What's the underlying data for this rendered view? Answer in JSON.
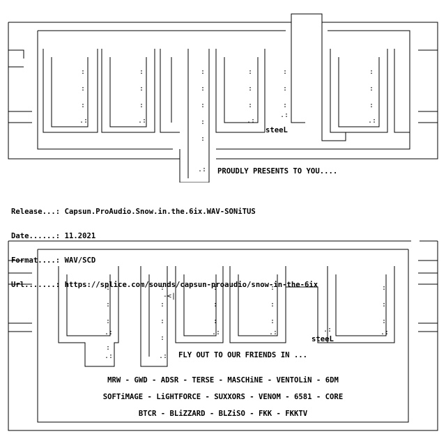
{
  "logo_top": {
    "lines": [
      "                                                          ._____.",
      " ________________________________________________________|     |____________________",
      "|   _____________________________________________________|     |_________________  |",
      "|  |                                                     |     |                 | |",
      "|__|_  _________  _________  __________  _________  _____|     |_  __________  _|_|",
      "|   \\ \\|       | \\|       |  \\|      |  \\|       | \\|   | |     | \\ \\|       | \\ \\ |",
      "|___ \\ |  :   :|  |  :  : |   |  :  |   |  :  :  |  |   | |  :  |  \\ |  :  : |  \\|_|",
      "|   | ||  :   :|  |  :  : |   |  :  |   |  :  :  |  |___| |  :  |   ||  :  : |   | |",
      "|   | ||  :   :|  |  :  : |   |  :  |   |  :  :  |  |     |  :  |   ||  :  : |   | |",
      "|   | ||  :   :|  |  :  : |   |  :  |   |  :  :  |  |     |  :  |   ||  :  : |   | |",
      "|___| ||  :   :|  |  :  : |   |  :  |   |  :  :  |  |     |  :  |   ||  :  : |   |_|",
      "|___  ||  :__.:|  |  :__.:|   |  :  |   |  :__.: |  |     |__.:|    ||  :__.:|   |_|",
      "|   | ||_________||_________|  |  :  |   |_________||_____steeL____._.:|_________|   | |",
      "|   | |____________________________|  :  |_________________________________________|  | |",
      "|   |___________________________________|  :  |__________________________________________| |",
      "|________________________________________|  :  |_____________________________________________|",
      "                                          |  .:|",
      "                                          |_____|"
    ]
  },
  "presents_text": "PROUDLY PRESENTS TO YOU....",
  "release_info": {
    "release_label": "Release...:",
    "release_value": "Capsun.ProAudio.Snow.in.the.6ix.WAV-SONiTUS",
    "date_label": "Date......:",
    "date_value": "11.2021",
    "format_label": "Format....:",
    "format_value": "WAV/SCD",
    "url_label": "Url.......:",
    "url_value": "https://splice.com/sounds/capsun-proaudio/snow-in-the-6ix"
  },
  "flyout_text": "FLY OUT TO OUR FRIENDS IN ...",
  "tag_top": "steeL",
  "tag_bottom": "steeL",
  "greets": {
    "line1": "MRW - GWD - ADSR - TERSE - MASCHiNE - VENTOLiN - 6DM",
    "line2": "SOFTiMAGE - LiGHTFORCE - SUXXORS - VENOM - 6581 - CORE",
    "line3": "BTCR - BLiZZARD - BLZiSO - FKK - FKKTV"
  }
}
